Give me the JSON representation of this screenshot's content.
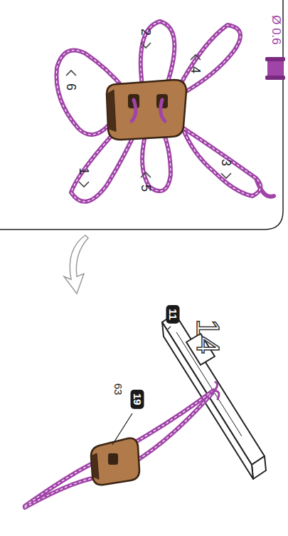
{
  "diagram": {
    "nodes": [
      {
        "text": [
          "19"
        ]
      },
      {
        "text": [
          "11"
        ]
      }
    ],
    "labels": [
      "63",
      "14",
      "1",
      "2",
      "3",
      "4",
      "5",
      "6",
      "Ø 0.6"
    ]
  }
}
